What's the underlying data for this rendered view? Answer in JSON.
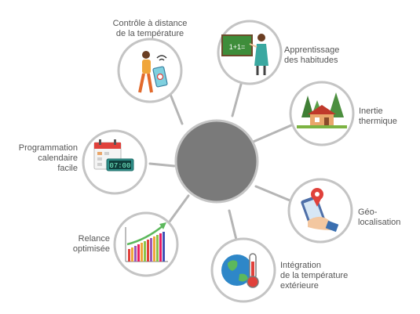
{
  "colors": {
    "hub_fill": "#7a7a7a",
    "hub_stroke": "#c4c4c4",
    "spoke": "#b5b5b5",
    "node_stroke": "#c4c4c4",
    "label_text": "#555555"
  },
  "features": [
    {
      "id": "remote",
      "label": "Contrôle à distance\nde la température",
      "icon": "person-phone-wifi-icon"
    },
    {
      "id": "habits",
      "label": "Apprentissage\ndes habitudes",
      "icon": "teacher-chalkboard-icon"
    },
    {
      "id": "inertia",
      "label": "Inertie\nthermique",
      "icon": "house-trees-icon"
    },
    {
      "id": "geo",
      "label": "Géo-\nlocalisation",
      "icon": "hand-map-pin-icon"
    },
    {
      "id": "outdoor",
      "label": "Intégration\nde la température\nextérieure",
      "icon": "globe-thermometer-icon"
    },
    {
      "id": "boost",
      "label": "Relance\noptimisée",
      "icon": "rising-bar-chart-icon"
    },
    {
      "id": "calendar",
      "label": "Programmation\ncalendaire\nfacile",
      "icon": "calendar-clock-icon"
    }
  ],
  "icons": {
    "chalkboard_text": "1+1=",
    "clock_text": "07:00"
  }
}
